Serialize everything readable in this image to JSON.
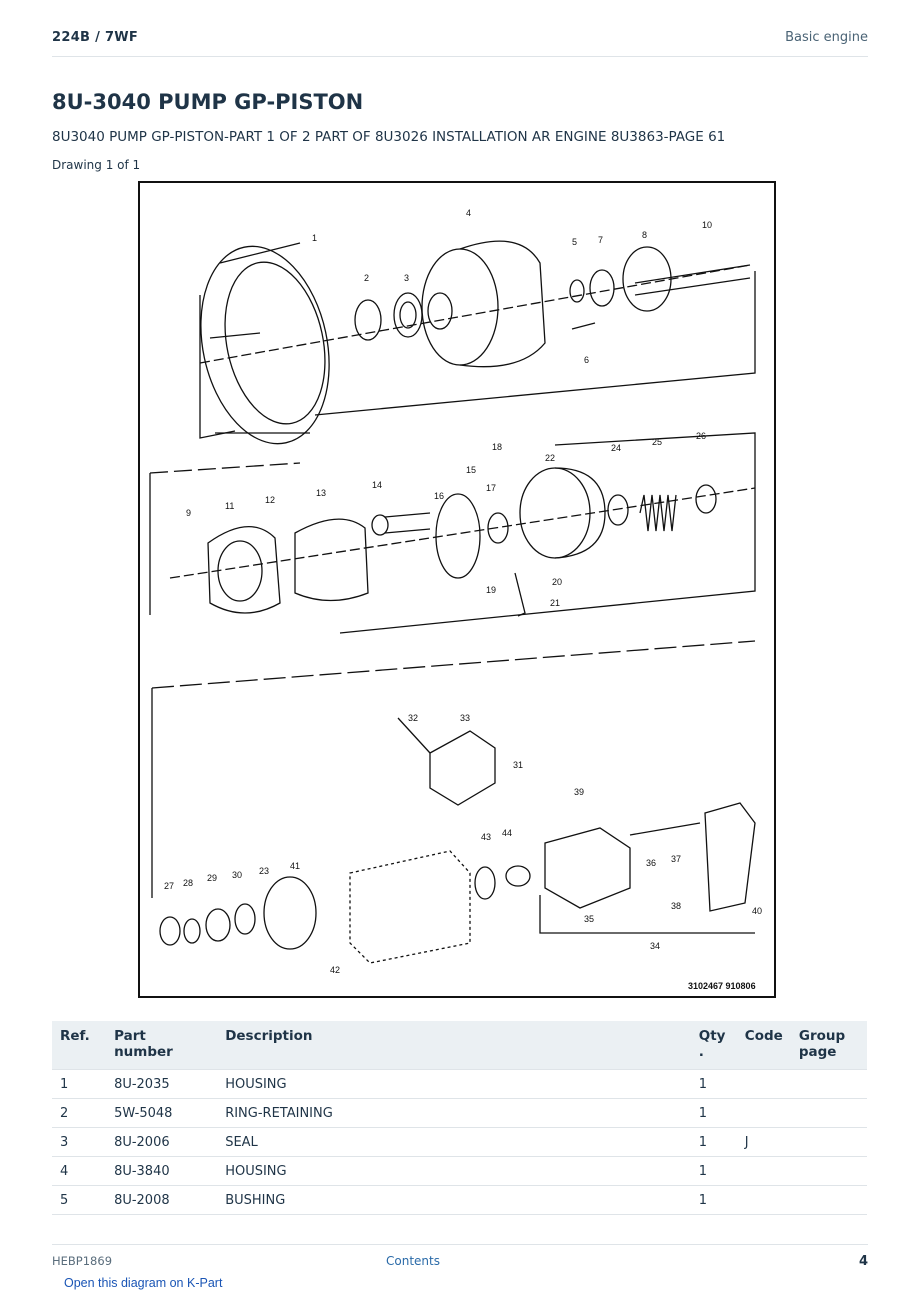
{
  "header": {
    "model": "224B  /  7WF",
    "section": "Basic engine"
  },
  "title": "8U-3040 PUMP GP-PISTON",
  "subtitle": "8U3040 PUMP GP-PISTON-PART 1 OF 2 PART OF 8U3026 INSTALLATION AR ENGINE 8U3863-PAGE 61",
  "drawing_count": "Drawing 1 of 1",
  "drawing": {
    "callouts": [
      "1",
      "2",
      "3",
      "4",
      "5",
      "6",
      "7",
      "8",
      "10",
      "9",
      "11",
      "12",
      "13",
      "14",
      "15",
      "16",
      "17",
      "18",
      "19",
      "20",
      "21",
      "22",
      "24",
      "25",
      "26",
      "27",
      "28",
      "29",
      "30",
      "23",
      "31",
      "32",
      "33",
      "34",
      "35",
      "36",
      "37",
      "38",
      "39",
      "40",
      "41",
      "42",
      "43",
      "44"
    ],
    "reference": "3102467  910806"
  },
  "table": {
    "headers": {
      "ref": "Ref.",
      "part_number": "Part number",
      "description": "Description",
      "qty": "Qty\n.",
      "code": "Code",
      "group_page": "Group page"
    },
    "rows": [
      {
        "ref": "1",
        "part_number": "8U-2035",
        "description": "HOUSING",
        "qty": "1",
        "code": ""
      },
      {
        "ref": "2",
        "part_number": "5W-5048",
        "description": "RING-RETAINING",
        "qty": "1",
        "code": ""
      },
      {
        "ref": "3",
        "part_number": "8U-2006",
        "description": "SEAL",
        "qty": "1",
        "code": "J"
      },
      {
        "ref": "4",
        "part_number": "8U-3840",
        "description": "HOUSING",
        "qty": "1",
        "code": ""
      },
      {
        "ref": "5",
        "part_number": "8U-2008",
        "description": "BUSHING",
        "qty": "1",
        "code": ""
      }
    ]
  },
  "footer": {
    "doc_id": "HEBP1869",
    "contents_link": "Contents",
    "page_number": "4"
  },
  "kpart_link": "Open this diagram on K-Part"
}
